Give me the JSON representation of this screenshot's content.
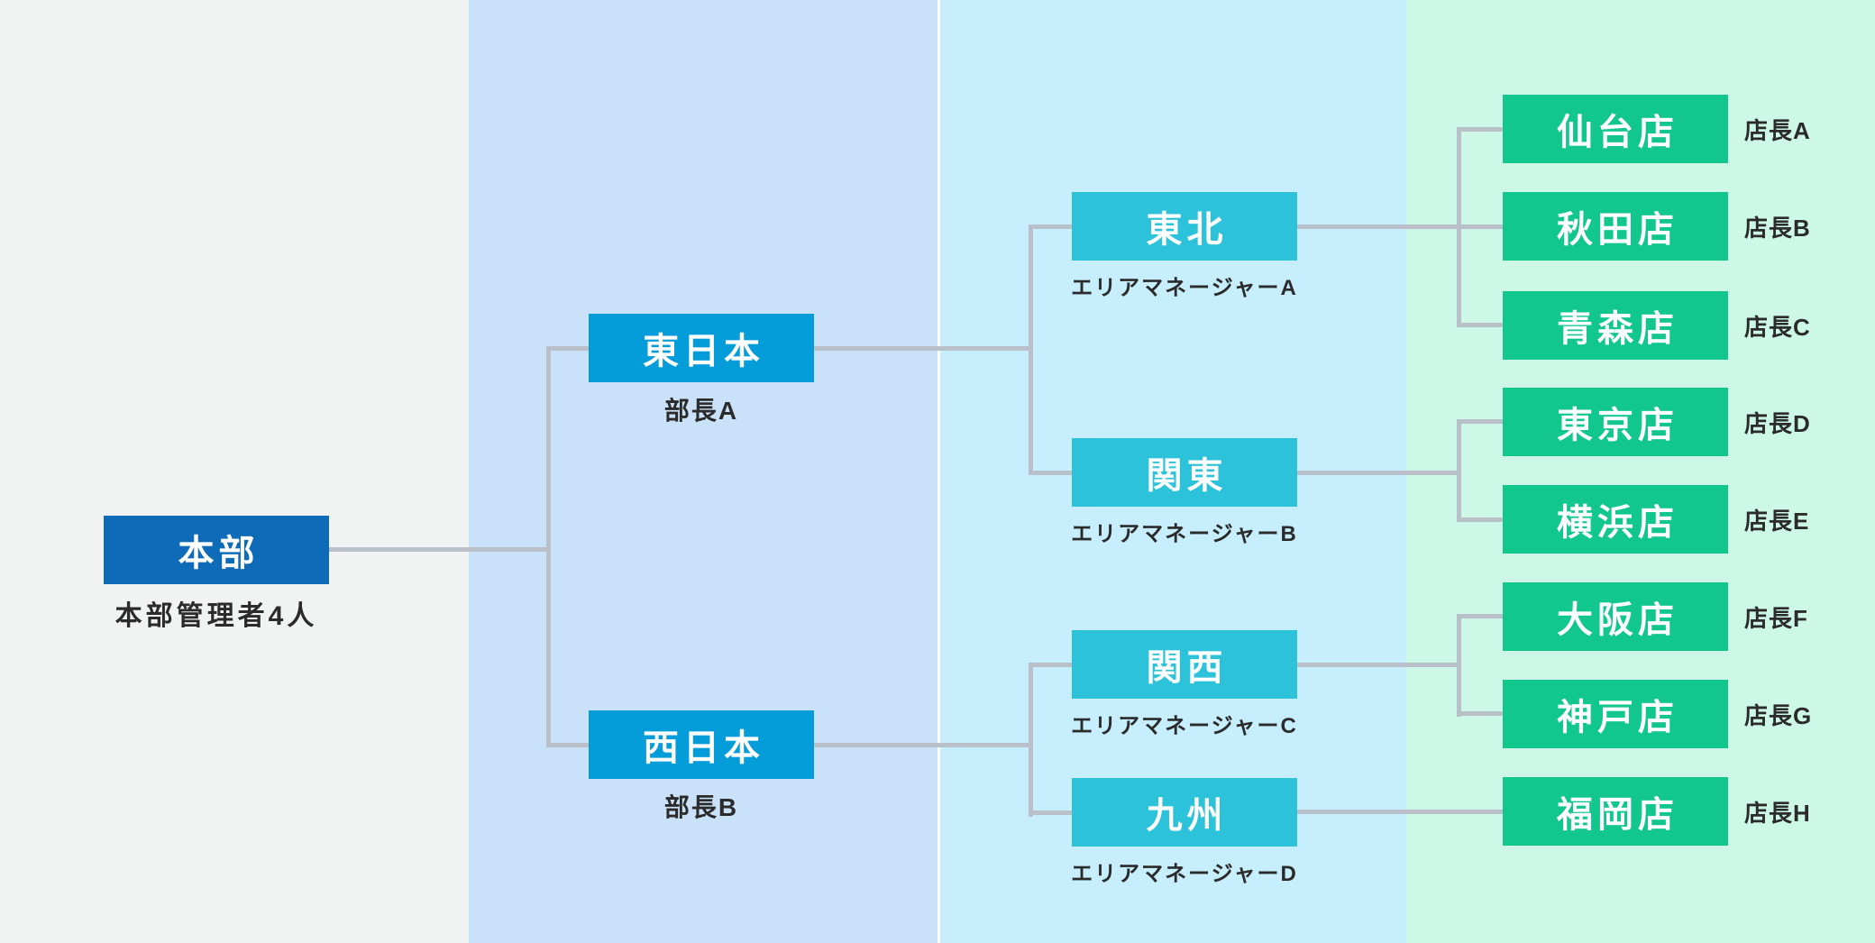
{
  "org": {
    "hq": {
      "name": "本部",
      "label": "本部管理者4人"
    },
    "divisions": [
      {
        "name": "東日本",
        "label": "部長A",
        "areas": [
          {
            "name": "東北",
            "label": "エリアマネージャーA",
            "stores": [
              {
                "name": "仙台店",
                "manager": "店長A"
              },
              {
                "name": "秋田店",
                "manager": "店長B"
              },
              {
                "name": "青森店",
                "manager": "店長C"
              }
            ]
          },
          {
            "name": "関東",
            "label": "エリアマネージャーB",
            "stores": [
              {
                "name": "東京店",
                "manager": "店長D"
              },
              {
                "name": "横浜店",
                "manager": "店長E"
              }
            ]
          }
        ]
      },
      {
        "name": "西日本",
        "label": "部長B",
        "areas": [
          {
            "name": "関西",
            "label": "エリアマネージャーC",
            "stores": [
              {
                "name": "大阪店",
                "manager": "店長F"
              },
              {
                "name": "神戸店",
                "manager": "店長G"
              }
            ]
          },
          {
            "name": "九州",
            "label": "エリアマネージャーD",
            "stores": [
              {
                "name": "福岡店",
                "manager": "店長H"
              }
            ]
          }
        ]
      }
    ]
  },
  "colors": {
    "band_hq": "#f1f2f2",
    "band_division": "#c9e2f9",
    "band_area": "#c6eefc",
    "band_store": "#cdf8e8",
    "divider": "#ffffff",
    "box_hq": "#0d6bb7",
    "box_division": "#049dd9",
    "box_area": "#2cc3da",
    "box_store": "#12c78e",
    "box_text": "#ffffff",
    "label_text": "#2b2b2b",
    "connector": "#b9c0c9"
  }
}
